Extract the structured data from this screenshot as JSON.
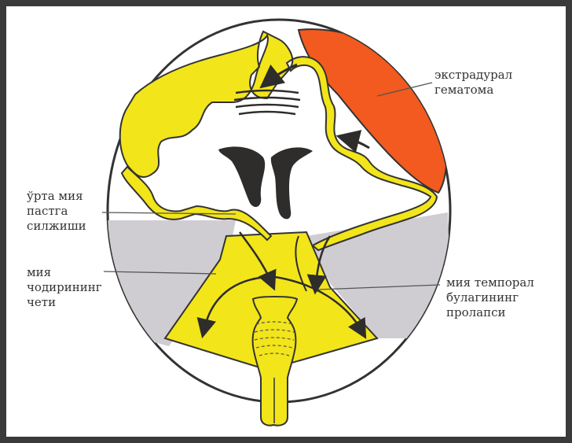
{
  "labels": {
    "epidural": [
      "экстрадурал",
      "гематома"
    ],
    "midline_shift": [
      "ўрта мия",
      "пастга",
      "силжиши"
    ],
    "falx_notch": [
      "мия",
      "чодирининг",
      "чети"
    ],
    "temporal_prolapse": [
      "мия темпорал",
      "булагининг",
      "пролапси"
    ]
  },
  "colors": {
    "frame": "#3a3a3a",
    "skull_outline": "#333333",
    "brain_fill": "#ffffff",
    "cortex_yellow": "#f2e51a",
    "hematoma": "#f25a20",
    "tentorium_gray": "#cfcdd2",
    "ventricle": "#2e2d2b",
    "leader_line": "#555555"
  }
}
